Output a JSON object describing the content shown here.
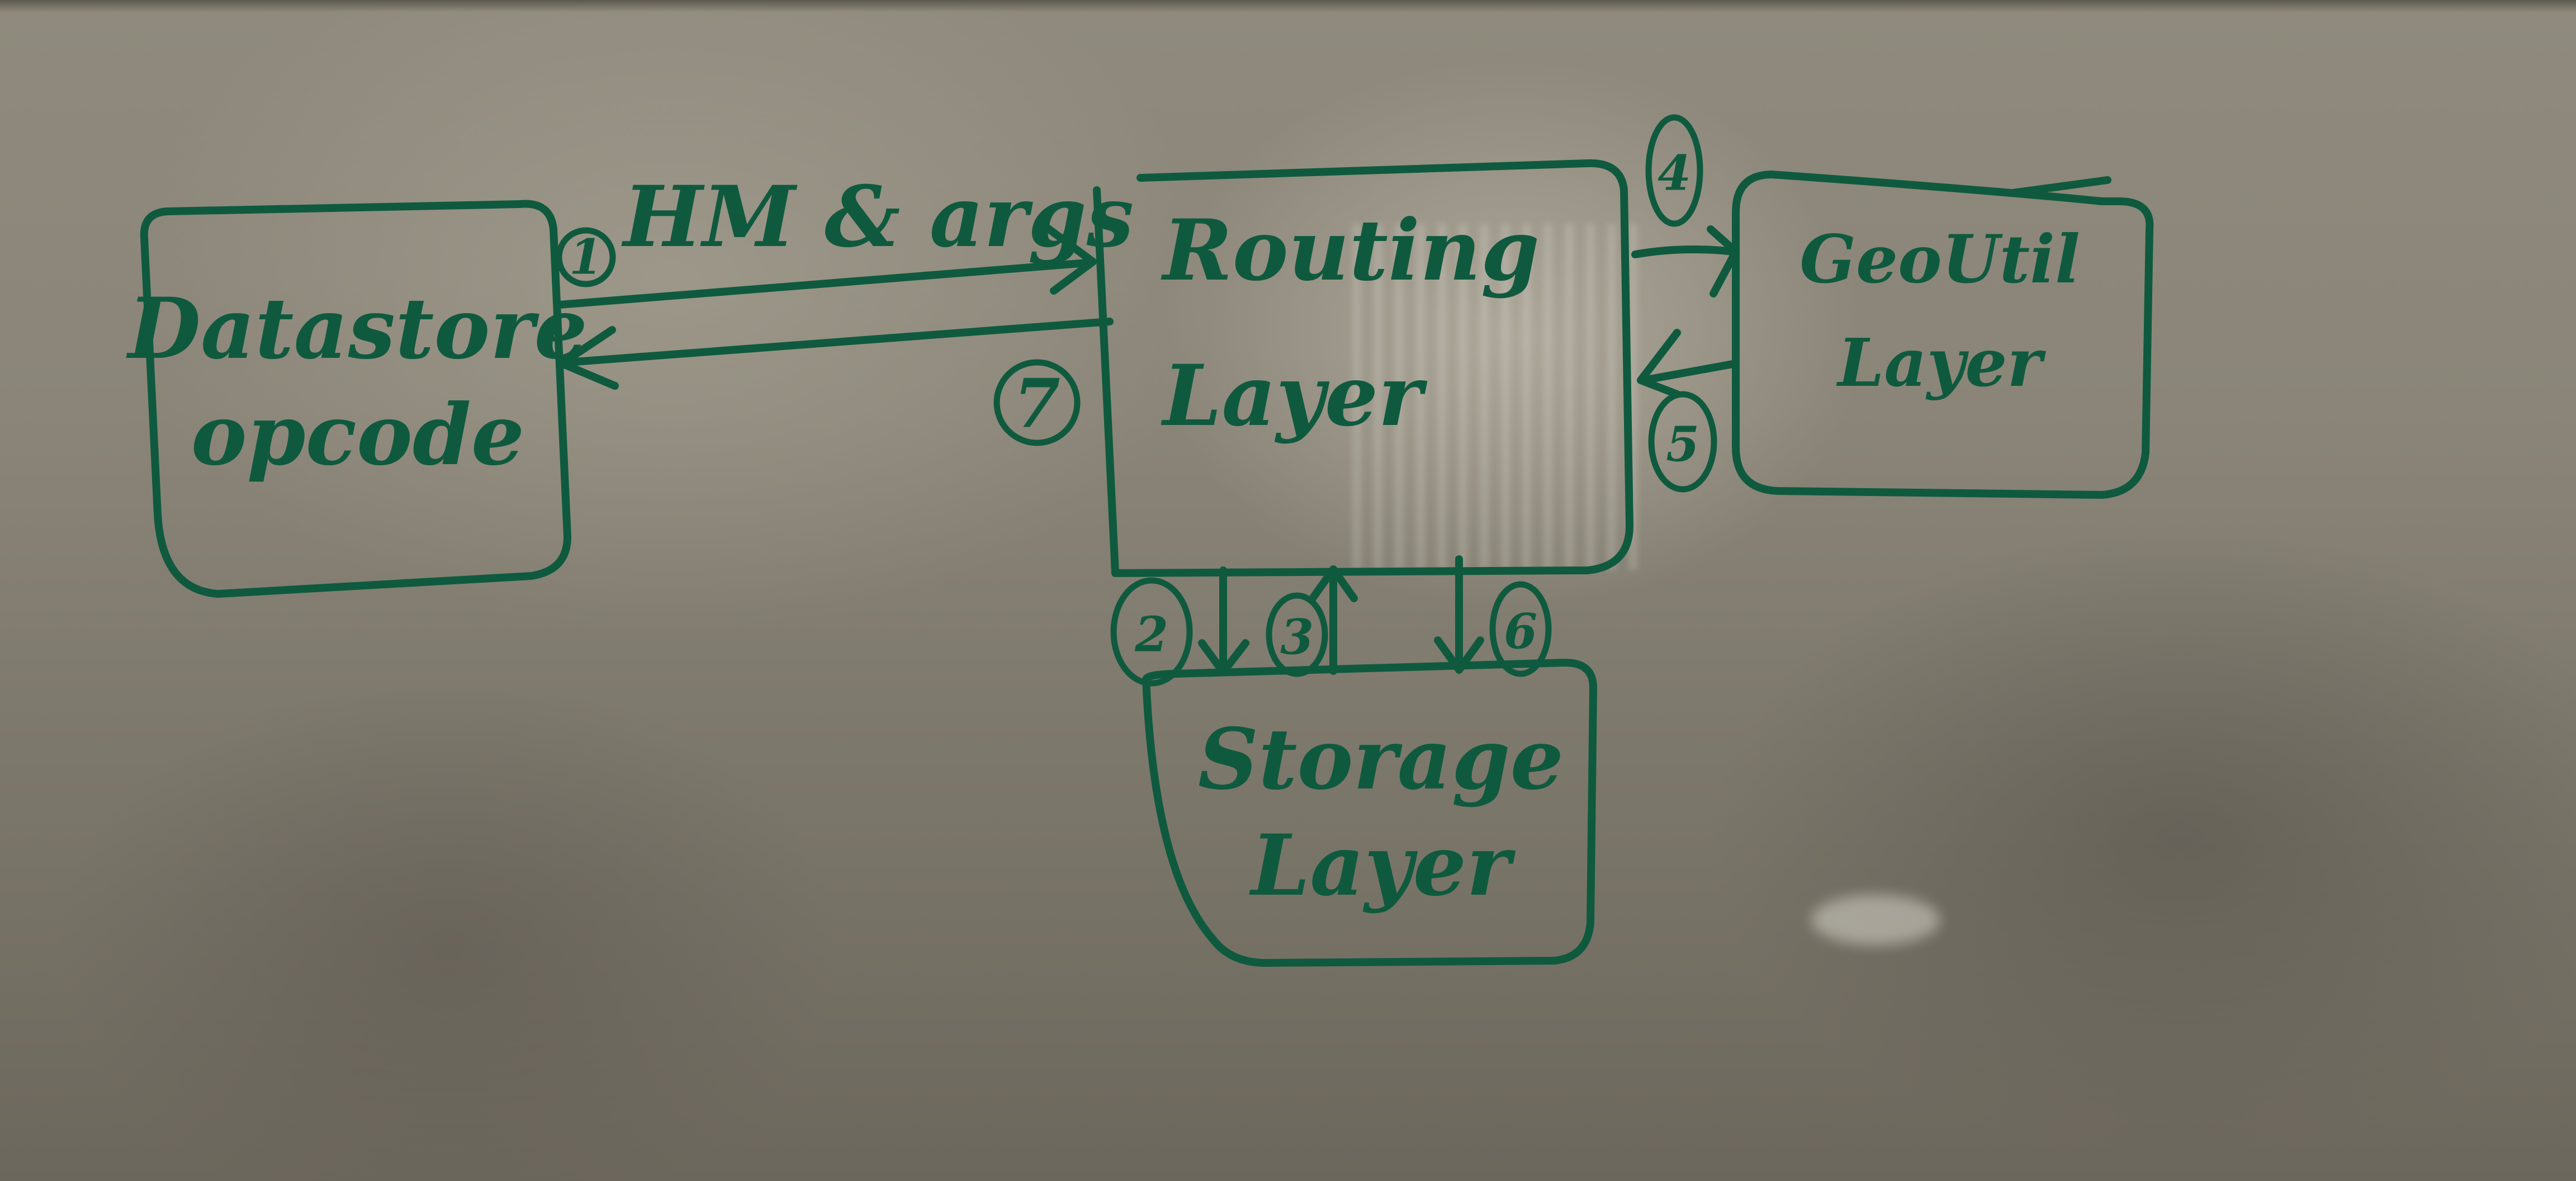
{
  "diagram": {
    "nodes": [
      {
        "id": "datastore",
        "label_lines": [
          "Datastore",
          "opcode"
        ]
      },
      {
        "id": "routing",
        "label_lines": [
          "Routing",
          "Layer"
        ]
      },
      {
        "id": "geoutil",
        "label_lines": [
          "GeoUtil",
          "Layer"
        ]
      },
      {
        "id": "storage",
        "label_lines": [
          "Storage",
          "Layer"
        ]
      }
    ],
    "edges": [
      {
        "from": "datastore",
        "to": "routing",
        "step": "1",
        "label": "HM & args"
      },
      {
        "from": "routing",
        "to": "storage",
        "step": "2",
        "label": ""
      },
      {
        "from": "storage",
        "to": "routing",
        "step": "3",
        "label": ""
      },
      {
        "from": "routing",
        "to": "geoutil",
        "step": "4",
        "label": ""
      },
      {
        "from": "geoutil",
        "to": "routing",
        "step": "5",
        "label": ""
      },
      {
        "from": "routing",
        "to": "storage",
        "step": "6",
        "label": ""
      },
      {
        "from": "routing",
        "to": "datastore",
        "step": "7",
        "label": ""
      }
    ],
    "ink_color": "#0f5a3e"
  }
}
